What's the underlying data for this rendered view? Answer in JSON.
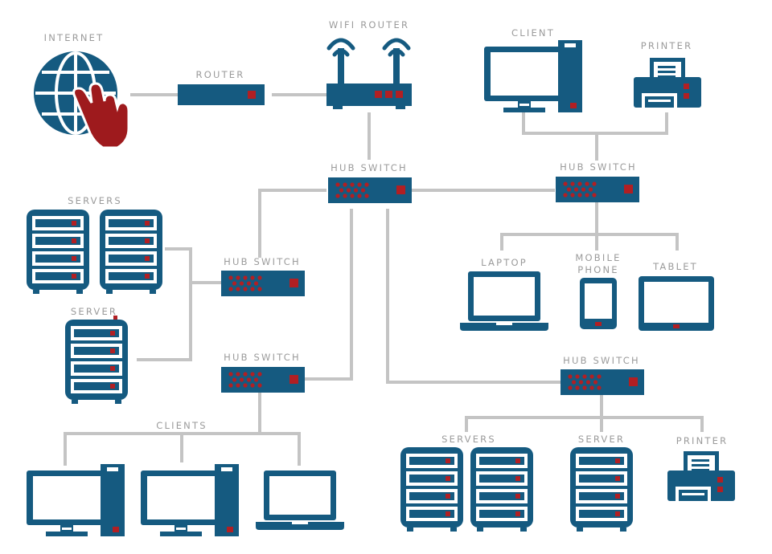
{
  "labels": {
    "internet": "INTERNET",
    "router": "ROUTER",
    "wifi_router": "WIFI ROUTER",
    "client": "CLIENT",
    "printer_top": "PRINTER",
    "hub_switch_main": "HUB SWITCH",
    "hub_switch_right": "HUB SWITCH",
    "hub_switch_left": "HUB SWITCH",
    "hub_switch_lower_left": "HUB SWITCH",
    "hub_switch_lower_right": "HUB SWITCH",
    "servers_left": "SERVERS",
    "server_left": "SERVER",
    "laptop": "LAPTOP",
    "mobile_line1": "MOBILE",
    "mobile_line2": "PHONE",
    "tablet": "TABLET",
    "clients": "CLIENTS",
    "servers_bottom": "SERVERS",
    "server_bottom": "SERVER",
    "printer_bottom": "PRINTER"
  },
  "colors": {
    "device_blue": "#155a80",
    "accent_red": "#b11f23",
    "wire_gray": "#c4c4c4",
    "label_gray": "#9b9b9b"
  },
  "icons": [
    "globe-icon",
    "hand-pointer-icon",
    "router-icon",
    "wifi-router-icon",
    "desktop-computer-icon",
    "printer-icon",
    "hub-switch-icon",
    "server-rack-icon",
    "laptop-icon",
    "mobile-phone-icon",
    "tablet-icon"
  ]
}
